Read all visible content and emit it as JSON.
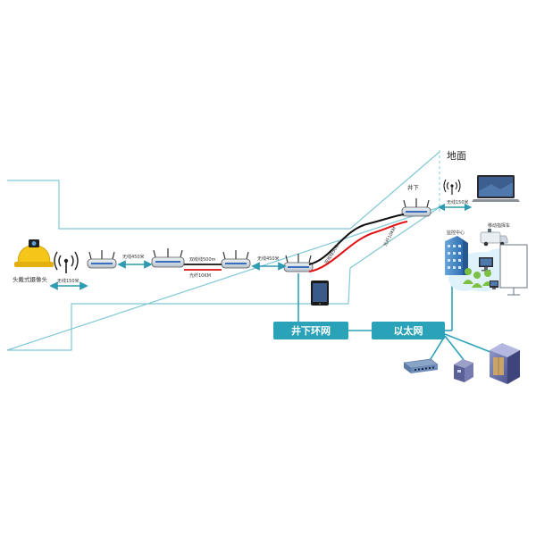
{
  "areas": {
    "surface": "地面",
    "underground": "井下"
  },
  "networks": {
    "ring": "井下环网",
    "ethernet": "以太网"
  },
  "devices": {
    "helmet_camera": "头戴式摄像头",
    "control_center": "监控中心",
    "mobile_command": "移动指挥车"
  },
  "links": {
    "wireless_150_left": "无线150米",
    "wireless_450_a": "无线450米",
    "twisted_pair_a": "双绞线500m",
    "fiber_a": "光纤10KM",
    "wireless_450_b": "无线450米",
    "twisted_pair_b": "双绞线500m",
    "fiber_b": "光纤10KM",
    "wireless_150_right": "无线150米"
  },
  "colors": {
    "teal": "#2aa3b8",
    "outline": "#7fc8d6",
    "arrow": "#2e9bb0",
    "cable_black": "#111111",
    "cable_red": "#e01010"
  },
  "icons": {
    "helmet": "helmet-camera-icon",
    "antenna": "wireless-antenna-icon",
    "router": "wireless-router-icon",
    "tablet": "tablet-icon",
    "laptop": "laptop-icon",
    "building": "building-icon",
    "van": "van-icon",
    "users": "users-group-icon",
    "screen": "projection-screen-icon",
    "monitor": "monitor-icon",
    "switch": "network-switch-icon",
    "server_small": "server-small-icon",
    "server_rack": "server-rack-icon"
  }
}
